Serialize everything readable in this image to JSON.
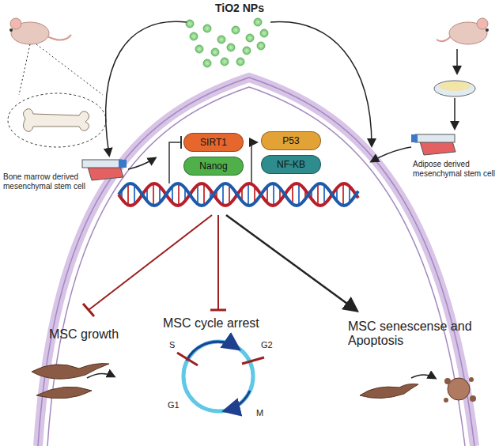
{
  "diagram": {
    "nodes": [
      {
        "text": [
          "SIRT1"
        ]
      },
      {
        "text": [
          "Nanog"
        ]
      },
      {
        "text": [
          "P53"
        ]
      },
      {
        "text": [
          "NF-KB"
        ]
      }
    ],
    "labels": [
      "TiO2 NPs",
      "Bone marrow derived mesenchymal stem cell",
      "Adipose derived mesenchymal stem cell",
      "MSC growth",
      "MSC cycle arrest",
      "S",
      "G2",
      "M",
      "G1",
      "MSC senescense and Apoptosis"
    ]
  }
}
